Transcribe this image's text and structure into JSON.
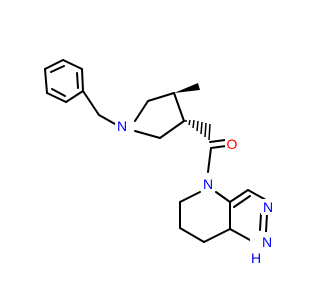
{
  "molecule": {
    "colors": {
      "carbon_bond": "#000000",
      "nitrogen": "#0000ff",
      "oxygen": "#ff0000",
      "background": "#ffffff"
    },
    "atoms": {
      "pyrrolidine_n": {
        "element": "N",
        "label": "N"
      },
      "carbonyl_o": {
        "element": "O",
        "label": "O"
      },
      "ring_n4": {
        "element": "N",
        "label": "N"
      },
      "pyrazole_n2": {
        "element": "N",
        "label": "N"
      },
      "pyrazole_n1h": {
        "element": "N",
        "label": "N"
      },
      "pyrazole_h": {
        "element": "H",
        "label": "H"
      }
    }
  }
}
